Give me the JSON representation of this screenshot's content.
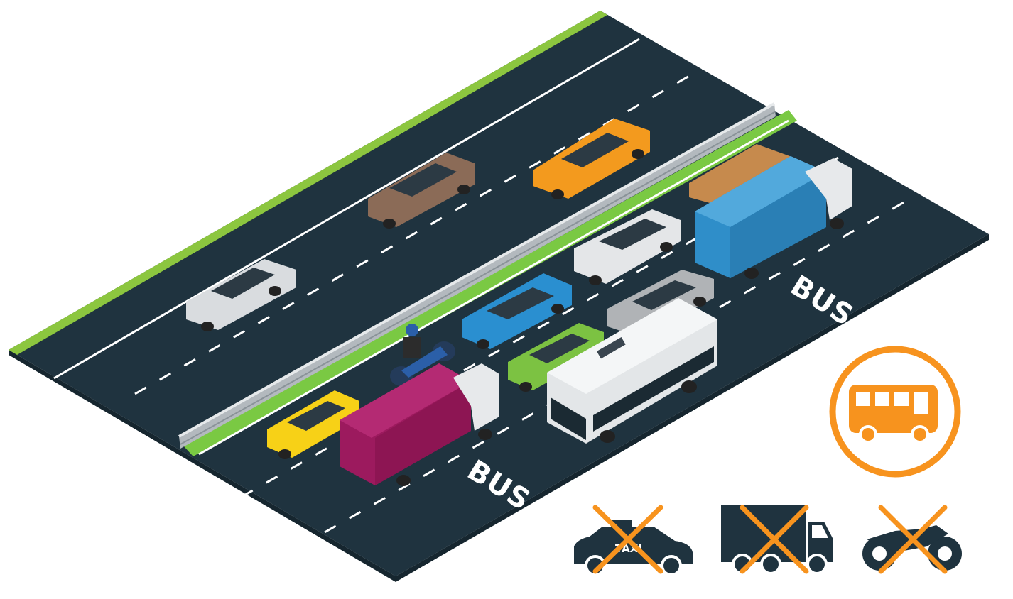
{
  "road": {
    "lane_marking_top": "BUS",
    "lane_marking_bottom": "BUS"
  },
  "signs": {
    "bus_allowed_icon": "bus-icon",
    "forbidden": [
      {
        "icon": "taxi-icon",
        "label": "TAXI"
      },
      {
        "icon": "truck-icon"
      },
      {
        "icon": "motorcycle-icon"
      }
    ]
  },
  "colors": {
    "asphalt": "#1f333f",
    "grass": "#7ac943",
    "accent_orange": "#f7931e",
    "icon_dark": "#1f333f"
  }
}
